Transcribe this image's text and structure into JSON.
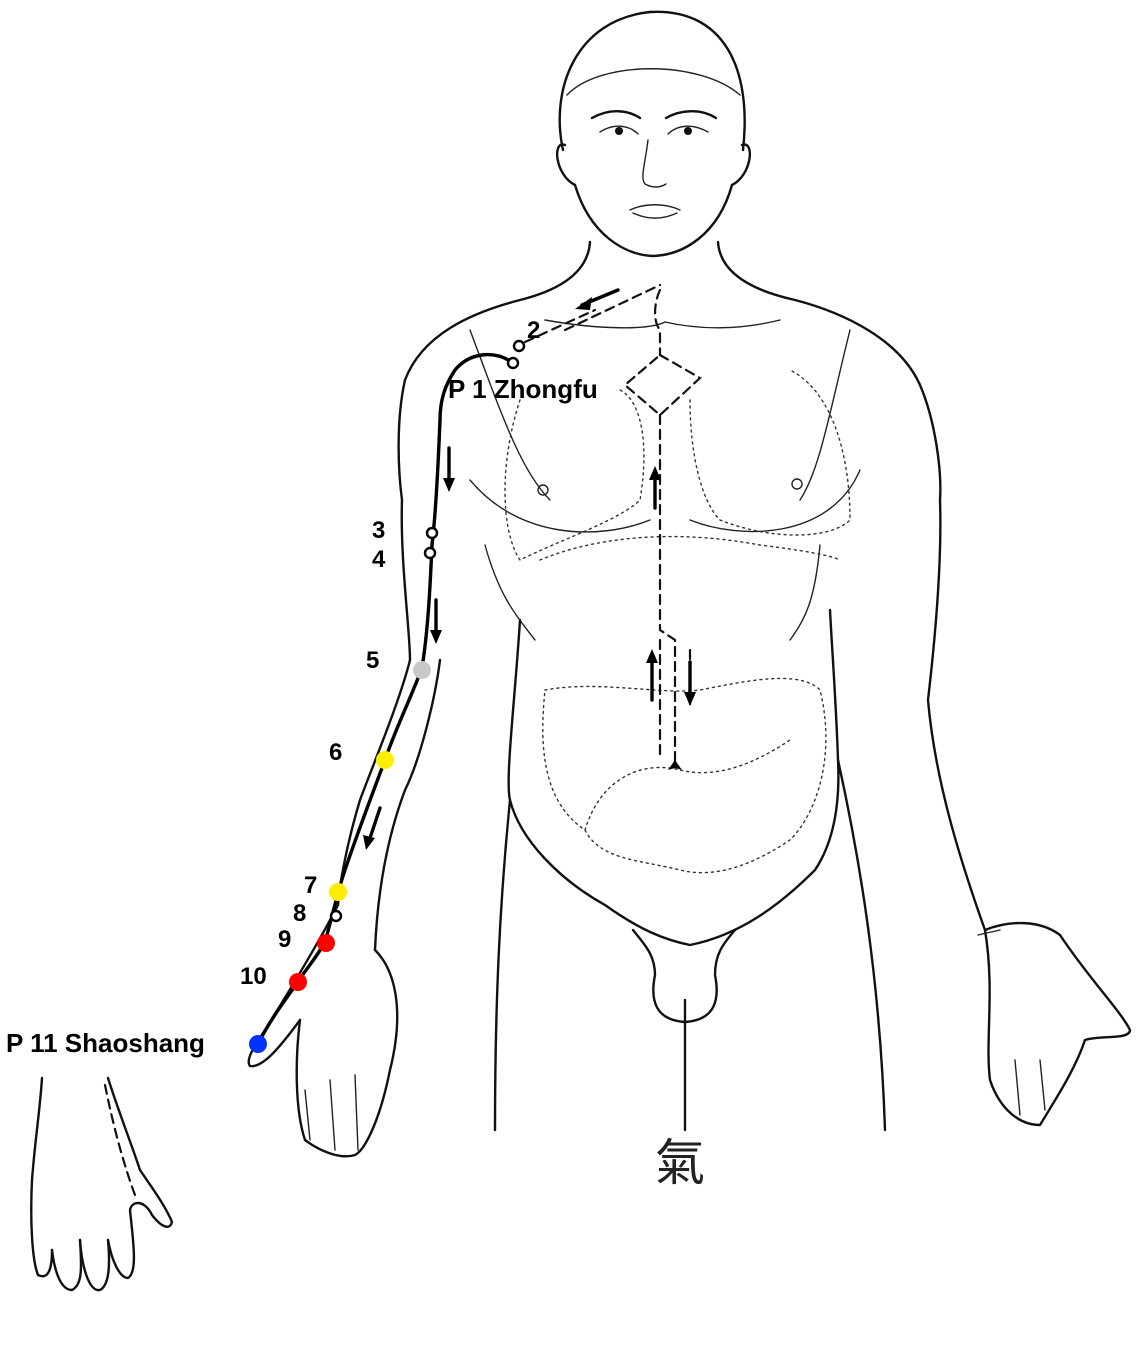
{
  "labels": {
    "p1": "P 1 Zhongfu",
    "p2": "2",
    "p3": "3",
    "p4": "4",
    "p5": "5",
    "p6": "6",
    "p7": "7",
    "p8": "8",
    "p9": "9",
    "p10": "10",
    "p11": "P 11 Shaoshang"
  },
  "glyph": "氣",
  "point_colors": {
    "p5": "#c8c8c8",
    "p6": "#ffee00",
    "p7": "#ffee00",
    "p9": "#ff0000",
    "p10": "#ff0000",
    "p11": "#0033ff",
    "open_point": "#ffffff"
  }
}
